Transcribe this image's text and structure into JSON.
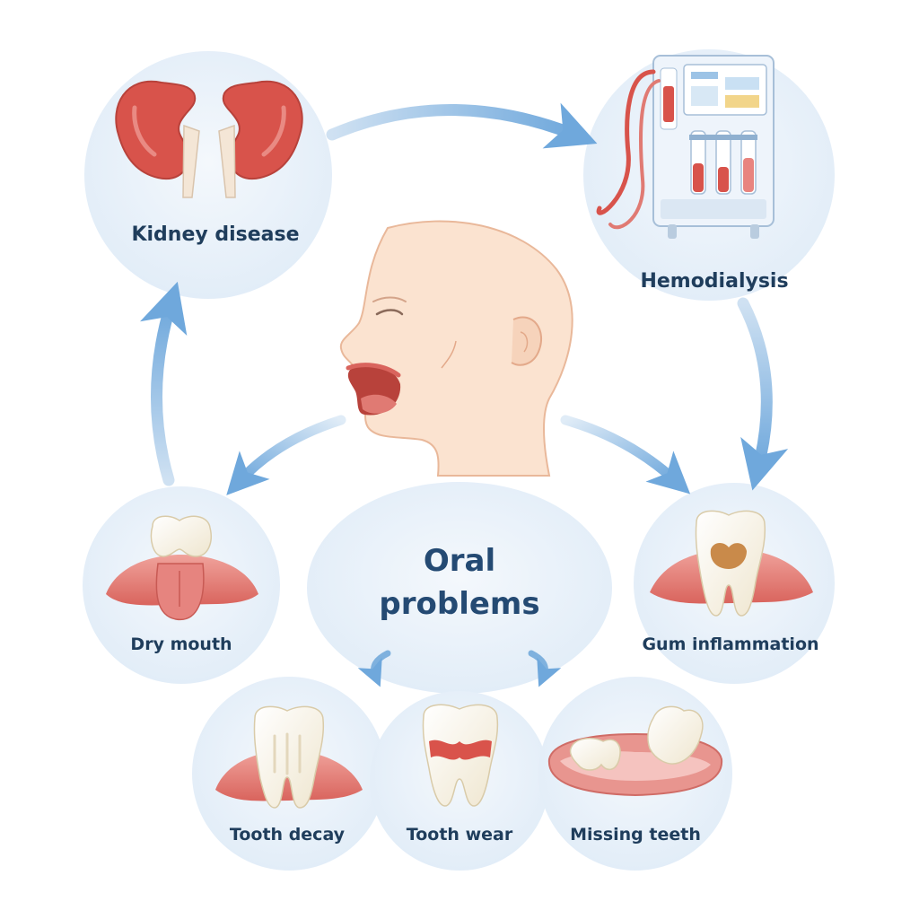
{
  "nodes": {
    "kidney": {
      "label": "Kidney disease",
      "icon": "kidneys-icon"
    },
    "hemodialysis": {
      "label": "Hemodialysis",
      "icon": "dialysis-machine-icon"
    },
    "person": {
      "icon": "open-mouth-head-icon"
    },
    "center": {
      "line1": "Oral",
      "line2": "problems"
    },
    "dry_mouth": {
      "label": "Dry mouth",
      "icon": "dry-tongue-icon"
    },
    "gum": {
      "label": "Gum inflammation",
      "icon": "inflamed-gum-tooth-icon"
    },
    "decay": {
      "label": "Tooth decay",
      "icon": "decayed-tooth-icon"
    },
    "wear": {
      "label": "Tooth wear",
      "icon": "worn-tooth-icon"
    },
    "missing": {
      "label": "Missing teeth",
      "icon": "missing-teeth-icon"
    }
  },
  "colors": {
    "bubble": "#e6f0f9",
    "arrow": "#7fb1de",
    "text": "#1f3d5c",
    "tooth": "#fbf8ee",
    "gum": "#e8847f",
    "kidney": "#d8534b",
    "skin": "#fbe3d0"
  }
}
